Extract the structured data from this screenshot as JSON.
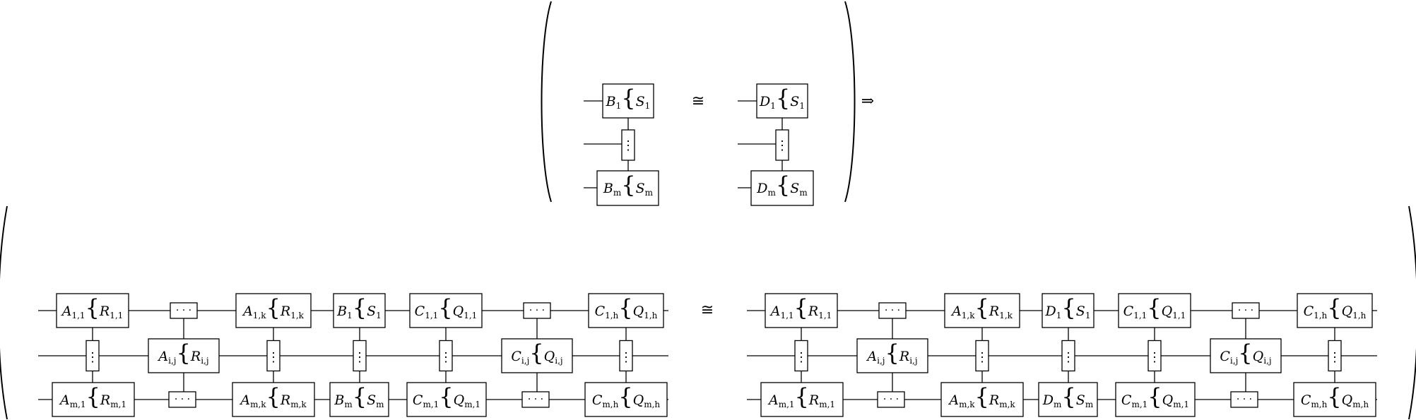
{
  "premise": {
    "lhs": {
      "top": {
        "a": "B",
        "asub": "1",
        "b": "S",
        "bsub": "1"
      },
      "bottom": {
        "a": "B",
        "asub": "m",
        "b": "S",
        "bsub": "m"
      }
    },
    "rhs": {
      "top": {
        "a": "D",
        "asub": "1",
        "b": "S",
        "bsub": "1"
      },
      "bottom": {
        "a": "D",
        "asub": "m",
        "b": "S",
        "bsub": "m"
      }
    }
  },
  "conclusion": {
    "lhs": {
      "top": [
        {
          "a": "A",
          "asub": "1,1",
          "b": "R",
          "bsub": "1,1"
        },
        {
          "a": "A",
          "asub": "1,k",
          "b": "R",
          "bsub": "1,k"
        },
        {
          "a": "B",
          "asub": "1",
          "b": "S",
          "bsub": "1"
        },
        {
          "a": "C",
          "asub": "1,1",
          "b": "Q",
          "bsub": "1,1"
        },
        {
          "a": "C",
          "asub": "1,h",
          "b": "Q",
          "bsub": "1,h"
        }
      ],
      "middle": [
        {
          "a": "A",
          "asub": "i,j",
          "b": "R",
          "bsub": "i,j"
        },
        {
          "a": "C",
          "asub": "i,j",
          "b": "Q",
          "bsub": "i,j"
        }
      ],
      "bottom": [
        {
          "a": "A",
          "asub": "m,1",
          "b": "R",
          "bsub": "m,1"
        },
        {
          "a": "A",
          "asub": "m,k",
          "b": "R",
          "bsub": "m,k"
        },
        {
          "a": "B",
          "asub": "m",
          "b": "S",
          "bsub": "m"
        },
        {
          "a": "C",
          "asub": "m,1",
          "b": "Q",
          "bsub": "m,1"
        },
        {
          "a": "C",
          "asub": "m,h",
          "b": "Q",
          "bsub": "m,h"
        }
      ]
    },
    "rhs": {
      "top": [
        {
          "a": "A",
          "asub": "1,1",
          "b": "R",
          "bsub": "1,1"
        },
        {
          "a": "A",
          "asub": "1,k",
          "b": "R",
          "bsub": "1,k"
        },
        {
          "a": "D",
          "asub": "1",
          "b": "S",
          "bsub": "1"
        },
        {
          "a": "C",
          "asub": "1,1",
          "b": "Q",
          "bsub": "1,1"
        },
        {
          "a": "C",
          "asub": "1,h",
          "b": "Q",
          "bsub": "1,h"
        }
      ],
      "middle": [
        {
          "a": "A",
          "asub": "i,j",
          "b": "R",
          "bsub": "i,j"
        },
        {
          "a": "C",
          "asub": "i,j",
          "b": "Q",
          "bsub": "i,j"
        }
      ],
      "bottom": [
        {
          "a": "A",
          "asub": "m,1",
          "b": "R",
          "bsub": "m,1"
        },
        {
          "a": "A",
          "asub": "m,k",
          "b": "R",
          "bsub": "m,k"
        },
        {
          "a": "D",
          "asub": "m",
          "b": "S",
          "bsub": "m"
        },
        {
          "a": "C",
          "asub": "m,1",
          "b": "Q",
          "bsub": "m,1"
        },
        {
          "a": "C",
          "asub": "m,h",
          "b": "Q",
          "bsub": "m,h"
        }
      ]
    }
  },
  "symbols": {
    "iso": "≅",
    "implies": "⇒",
    "hdots": "· · ·",
    "vdots": "⋮",
    "brace": "{"
  }
}
